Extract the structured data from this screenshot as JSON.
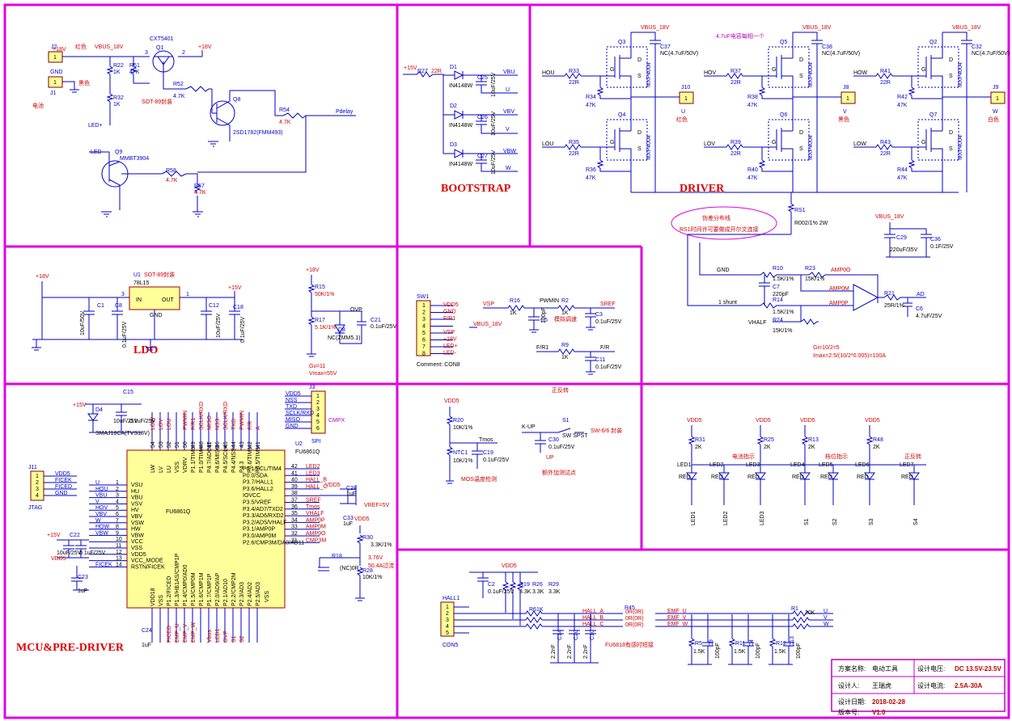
{
  "sections": {
    "bootstrap": "BOOTSTRAP",
    "driver": "DRIVER",
    "ldo": "LDO",
    "mcu": "MCU&PRE-DRIVER"
  },
  "power": {
    "j2": "J2",
    "j1": "J1",
    "v18": "+18V",
    "gnd": "GND",
    "vbus": "VBUS_18V",
    "red": "红色",
    "black": "黑色",
    "battery": "电池",
    "q1": "Q1",
    "q1part": "CXT5401",
    "q8": "Q8",
    "q8part": "2SD1782(FMM493)",
    "q9": "Q9",
    "q9part": "MMBT3904",
    "sot89": "SOT-89封装",
    "r22": "R22",
    "r22v": "1K",
    "r51": "R51",
    "r51v": "47K",
    "r32": "R32",
    "r32v": "1K",
    "r52": "R52",
    "r52v": "4.7K",
    "r54": "R54",
    "r54v": "4.7K",
    "pdelay": "Pdelay",
    "r58": "R58",
    "r58v": "4.7K",
    "r57": "R57",
    "r57v": "4.7K",
    "ledp": "LED+",
    "ledm": "LED-"
  },
  "boot": {
    "r27": "R27",
    "r27v": "22R",
    "v15": "+15V",
    "d1": "D1",
    "d2": "D2",
    "d3": "D3",
    "diode": "IN4148W",
    "c25": "C25",
    "c26": "C26",
    "c27": "C27",
    "cv": "10uF/25V",
    "vbu": "VBU",
    "u": "U",
    "vbv": "VBV",
    "v": "V",
    "vbw": "VBW",
    "w": "W"
  },
  "drv": {
    "q3": "Q3",
    "q4": "Q4",
    "q5": "Q5",
    "q6": "Q6",
    "q2": "Q2",
    "q7": "Q7",
    "mos": "MXP4004",
    "hou": "HOU",
    "lou": "LOU",
    "hov": "HOV",
    "lov": "LOV",
    "how": "HOW",
    "low": "LOW",
    "r33": "R33",
    "r35": "R35",
    "r37": "R37",
    "r39": "R39",
    "r41": "R41",
    "r43": "R43",
    "r22r": "22R",
    "r34": "R34",
    "r36": "R36",
    "r38": "R38",
    "r40": "R40",
    "r42": "R42",
    "r44": "R44",
    "r47k": "47K",
    "c37": "C37",
    "c38": "C38",
    "c32": "C32",
    "cnc": "NC(4.7uF/50V)",
    "j10": "J10",
    "j8": "J8",
    "j9": "J9",
    "red": "红色",
    "black": "黑色",
    "white": "白色",
    "note": "4.7uF电容每相一个",
    "rs1": "RS1",
    "rs1v": "R002/1% 2W"
  },
  "amp": {
    "note1": "伪差分布线",
    "note2": "RS1时间许可要做成开尔文连接",
    "gnd": "GND",
    "shunt": "1 shunt",
    "vhalf": "VHALF",
    "r10": "R10",
    "r10v": "1.5K/1%",
    "r23": "R23",
    "r23v": "15K/1%",
    "c7": "C7",
    "c7v": "220pF",
    "r14": "R14",
    "r14v": "1.5K/1%",
    "r24": "R24",
    "r24v": "15K/1%",
    "r21": "R21",
    "r21v": "25R/1%",
    "amp0": "AMP0O",
    "amp0m": "AMP0M",
    "amp0p": "AMP0P",
    "ad": "AD",
    "c6": "C6",
    "c6v": "4.7uF/25V",
    "vbus": "VBUS_18V",
    "c29": "C29",
    "c29v": "220uF/35V",
    "c36": "C36",
    "c36v": "0.1F/25V",
    "gi": "Gi=10/2=5",
    "imax": "Imax=2.5/(10/2*0.005)=100A"
  },
  "ldo": {
    "v18": "+18V",
    "v15": "+15V",
    "u1": "U1",
    "u1part": "78L15",
    "sot": "SOT-89封装",
    "in": "IN",
    "out": "OUT",
    "gnd": "GND",
    "p3": "3",
    "p1": "1",
    "p2": "2",
    "c1": "C1",
    "c1v": "10uF/50V",
    "c8": "C8",
    "c8v": "0.1uF/25V",
    "c12": "C12",
    "c12v": "10uF/25V",
    "c18": "C18",
    "c18v": "0.1uF/25V",
    "r15": "R15",
    "r15v": "50K/1%",
    "r17": "R17",
    "r17v": "5.1K/1%",
    "d8": "D8",
    "d8v": "NC(ZMM5.1)",
    "c21": "C21",
    "c21v": "0.1uF/25V",
    "ovp": "OVP",
    "gv": "Gv=11",
    "vmax": "Vmax=55V"
  },
  "sw1": {
    "name": "SW1",
    "comment": "Comment: CON8",
    "pins": [
      "VDD5",
      "GND",
      "F/R1",
      "",
      "VSP",
      "+18V",
      "LED+",
      "LED-"
    ],
    "vbus": "VBUS_18V",
    "vsp": "VSP",
    "r16": "R16",
    "r16v": "1K",
    "pwmin": "PWMIN",
    "r2": "R2",
    "r2v": "1K",
    "c5": "C5",
    "c5v": "100pF",
    "c3": "C3",
    "c3v": "0.1uF/25V",
    "sref": "SREF",
    "analog": "模拟调速",
    "fr1": "F/R1",
    "r9": "R9",
    "r9v": "1K",
    "c11": "C11",
    "c11v": "0.1uF/25V",
    "fr": "F/R",
    "fwdrev": "正反转"
  },
  "ntc": {
    "vdd5": "VDD5",
    "r20": "R20",
    "r20v": "10K/1%",
    "ntc1": "NTC1",
    "ntc1v": "10K/1%",
    "tmos": "Tmos",
    "c19": "C19",
    "c19v": "0.1uF/25V",
    "label": "MOS温度检测",
    "kup": "K-UP",
    "s1": "S1",
    "s1v": "SW SPST",
    "c30": "C30",
    "c30v": "0.1uF/25V",
    "up": "UP",
    "sw66": "SW-6/6 封装",
    "extra": "额外加测试点"
  },
  "mcu": {
    "v15": "+15V",
    "d4": "D4",
    "d4v": "SMAJ18CA(TVS18V)",
    "c15": "C15",
    "c15v": "10uF/25V",
    "c16v": "0.1uF/25V",
    "u2": "U2",
    "u2part": "FU6861Q",
    "chip": "FU6861Q",
    "j3": "J3",
    "spi": "SPI",
    "cmpx": "CMPX",
    "spipins": [
      "VDD5",
      "NSS",
      "TXD",
      "SCLK/RXD",
      "MISO",
      "GND"
    ],
    "j11": "J11",
    "jtag": "JTAG",
    "jtagpins": [
      "VDD5",
      "FICEK",
      "FICED",
      "GND"
    ],
    "left": [
      "VSU",
      "HU",
      "VBU",
      "VSV",
      "HV",
      "VBV",
      "VSW",
      "HW",
      "VBW",
      "VCC",
      "VSS",
      "VDD5",
      "VCC_MODE",
      "RSTN/FICEK"
    ],
    "leftnets": [
      "U",
      "HOU",
      "VBU",
      "V",
      "HOV",
      "VBV",
      "W",
      "HOW",
      "VBW",
      "",
      "",
      "",
      "",
      "FICEK"
    ],
    "leftnum": [
      "1",
      "2",
      "3",
      "4",
      "5",
      "6",
      "7",
      "8",
      "9",
      "10",
      "11",
      "12",
      "13",
      "14"
    ],
    "top": [
      "LW",
      "LV",
      "LU",
      "VSS",
      "VDRV",
      "P1.1/TIM3",
      "P1.0/TIM4",
      "P4.7/ADC11",
      "P4.6/MISO",
      "P4.5/SCLK",
      "P4.4/NSS",
      "P4.3",
      "P0.6/TIM1",
      "P0.5/TIM1"
    ],
    "topnets": [
      "LOW",
      "LOV",
      "LOU",
      "",
      "PWMIN",
      "F/R1",
      "SCLK/RXD",
      "MISO",
      "NSS",
      "SCLK/RXD",
      "TXD",
      "PWMIN",
      "F/R",
      "A"
    ],
    "topnum": [
      "54",
      "53",
      "52",
      "51",
      "50",
      "49",
      "48",
      "47",
      "46",
      "45",
      "44",
      "43",
      "42",
      "41"
    ],
    "right": [
      "P0.1/SCL/TIM4",
      "P0.0/SDA",
      "P3.7/HALL1",
      "P3.6/HALL2",
      "IOVCC",
      "P3.5/VREF",
      "P3.4/AD7/TXD2",
      "P3.3/AD6/RXD2",
      "P3.2/AD5/VHALF",
      "P3.1/AMP0P",
      "P3.0/AMP0M",
      "P2.6/CMP3M/DA0/AD11"
    ],
    "rightnets": [
      "LED2",
      "LED3",
      "HALL_B",
      "HALL_C",
      "",
      "SREF",
      "Tmos",
      "VHALF",
      "AMP0P",
      "AMP0M",
      "AMP0O",
      "CMP3M"
    ],
    "rightnum": [
      "42",
      "41",
      "40",
      "39",
      "38",
      "37",
      "36",
      "35",
      "34",
      "33",
      "32",
      "31"
    ],
    "bottom": [
      "VDD18",
      "VSS",
      "P1.2/FICED",
      "P1.3/HB1AS/CMP1P",
      "P1.4/CMP0/AD0",
      "P1.5/CMP0M",
      "P1.6/CMP1M",
      "P1.7/CMP1P",
      "P2.0/AD9/AP",
      "P2.1/AD10",
      "P2.2/CMP2M",
      "P2.3/AD3",
      "P2.4/AD2",
      "P2.5/AD3"
    ],
    "bottomnets": [
      "",
      "",
      "FICED",
      "EMF_U",
      "EMF_V",
      "EMF_W",
      "",
      "Vbus",
      "LED1",
      "OVP",
      "S1",
      "S2",
      "",
      ""
    ],
    "c28": "C28",
    "c28v": "1uF",
    "c33": "C33",
    "c33v": "1uF",
    "vref": "VREF=5V",
    "vdd5": "VDD5",
    "r30": "R30",
    "r30v": "3.3K/1%",
    "r18": "R18",
    "r18v": "(NC)0R",
    "r28": "R28",
    "r28v": "10K/1%",
    "v376": "3.76V",
    "hi": "50.4A过流",
    "c22": "C22",
    "c22v": "10uF/25V",
    "c17v": "0.1uF/25V",
    "c23": "C23",
    "c23v": "1uF",
    "c24": "C24",
    "c24v": "1uF"
  },
  "leds": {
    "vdd5": "VDD5",
    "items": [
      {
        "r": "R31",
        "rv": "2K",
        "led": "LED1",
        "net": "LED1"
      },
      {
        "r": "",
        "rv": "",
        "led": "LED2",
        "net": "LED2"
      },
      {
        "r": "R25",
        "rv": "2K",
        "led": "LED3",
        "net": "LED3"
      },
      {
        "r": "R13",
        "rv": "2K",
        "led": "LED4",
        "net": "S1"
      },
      {
        "r": "",
        "rv": "",
        "led": "LED5",
        "net": "S2"
      },
      {
        "r": "R48",
        "rv": "2K",
        "led": "LED6",
        "net": "S3"
      },
      {
        "r": "",
        "rv": "",
        "led": "LED7",
        "net": "S4"
      }
    ],
    "battery": "电池指示",
    "gear": "档位指示",
    "fwdrev": "正反转"
  },
  "hall": {
    "vdd5": "VDD5",
    "c2": "C2",
    "c2v": "0.1uF/25V",
    "r19": "R19",
    "r26": "R26",
    "r29": "R29",
    "r3k": "3.3K",
    "hall1": "HALL1",
    "con5": "CON5",
    "r61k": "R61K",
    "c14": "C14",
    "c20": "C20",
    "c10": "C10",
    "cv": "2.2nF",
    "ha": "HALL_A",
    "hb": "HALL_B",
    "hc": "HALL_C",
    "r45": "R45",
    "r0r": "0R(0R)",
    "emfu": "EMF_U",
    "emfv": "EMF_V",
    "emfw": "EMF_W",
    "fu": "FU6818有感时短接",
    "r5": "R5",
    "r11": "R11",
    "r12": "R12",
    "r1": "R1",
    "r30k": "30K",
    "r1k": "1.5K",
    "c9": "C9",
    "c4": "C4",
    "c13": "C13",
    "c100": "100pF",
    "u": "U",
    "v": "V",
    "w": "W"
  },
  "titleblock": {
    "k1": "方案名称:",
    "v1": "电动工具",
    "k2": "设计电压:",
    "v2": "DC 13.5V-23.5V",
    "k3": "设计人:",
    "v3": "王瑞虎",
    "k4": "设计电流:",
    "v4": "2.5A-30A",
    "k5": "设计日期:",
    "v5": "2018-02-28",
    "k6": "版本号:",
    "v6": "V1.0"
  }
}
